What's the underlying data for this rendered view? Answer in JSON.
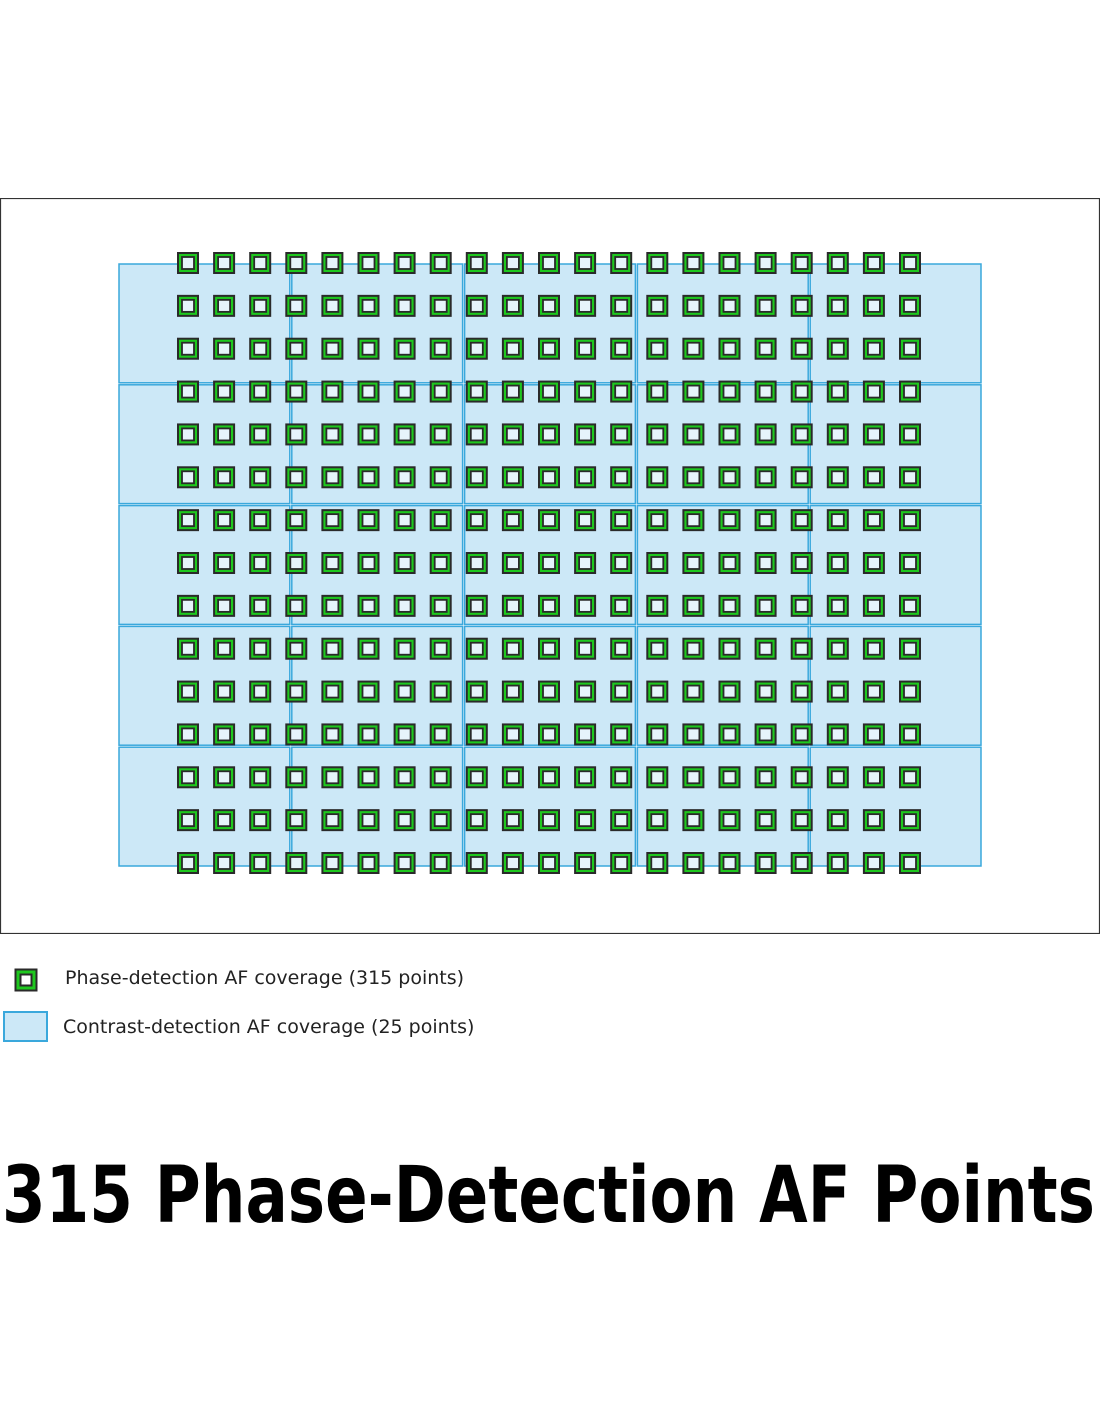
{
  "diagram": {
    "phase_detection": {
      "columns": 21,
      "rows": 15,
      "total": 315
    },
    "contrast_detection": {
      "columns": 5,
      "rows": 5,
      "total": 25
    }
  },
  "legend": {
    "phase_label": "Phase-detection AF coverage (315 points)",
    "contrast_label": "Contrast-detection AF coverage (25 points)"
  },
  "title": "315 Phase-Detection AF Points",
  "colors": {
    "phase_fill": "#1ec81e",
    "phase_stroke": "#2a2a2a",
    "contrast_fill": "#cce8f7",
    "contrast_stroke": "#3aa8dc",
    "frame_stroke": "#333333"
  }
}
